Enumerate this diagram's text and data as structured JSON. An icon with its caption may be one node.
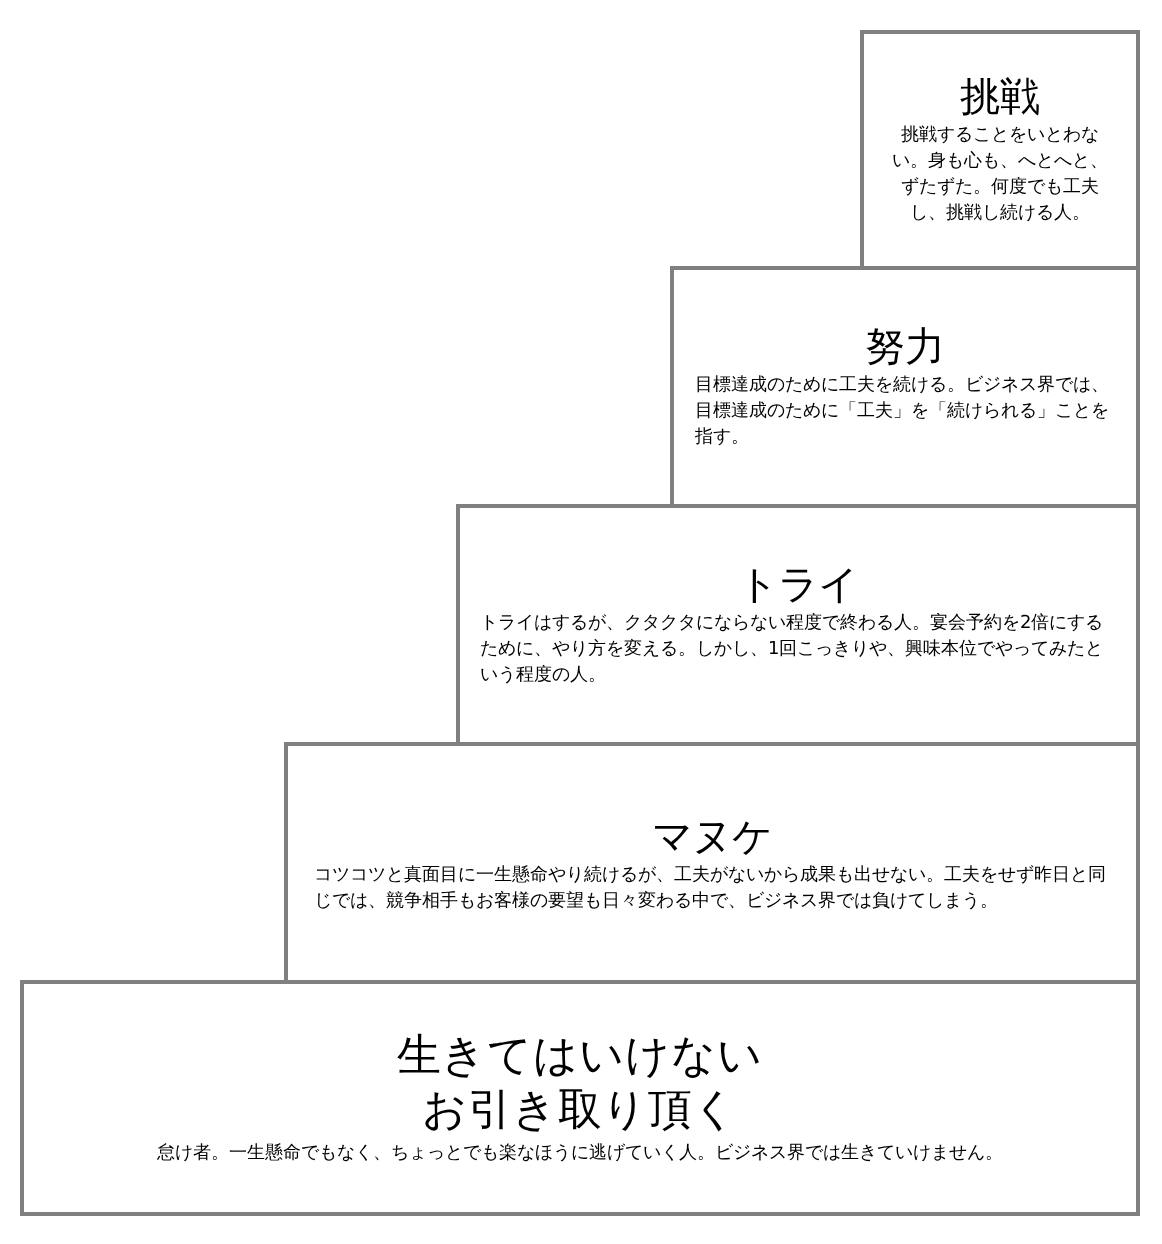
{
  "diagram": {
    "nodes": [
      {
        "text": [
          "挑戦",
          "挑戦することをいとわない。身も心も、へとへと、ずたずた。何度でも工夫し、挑戦し続ける人。"
        ]
      },
      {
        "text": [
          "努力",
          "目標達成のために工夫を続ける。ビジネス界では、目標達成のために「工夫」を「続けられる」ことを指す。"
        ]
      },
      {
        "text": [
          "トライ",
          "トライはするが、クタクタにならない程度で終わる人。宴会予約を2倍にするために、やり方を変える。しかし、1回こっきりや、興味本位でやってみたという程度の人。"
        ]
      },
      {
        "text": [
          "マヌケ",
          "コツコツと真面目に一生懸命やり続けるが、工夫がないから成果も出せない。工夫をせず昨日と同じでは、競争相手もお客様の要望も日々変わる中で、ビジネス界では負けてしまう。"
        ]
      },
      {
        "text": [
          "生きてはいけないお引き取り頂く",
          "怠け者。一生懸命でもなく、ちょっとでも楽なほうに逃げていく人。ビジネス界では生きていけません。"
        ]
      }
    ]
  }
}
